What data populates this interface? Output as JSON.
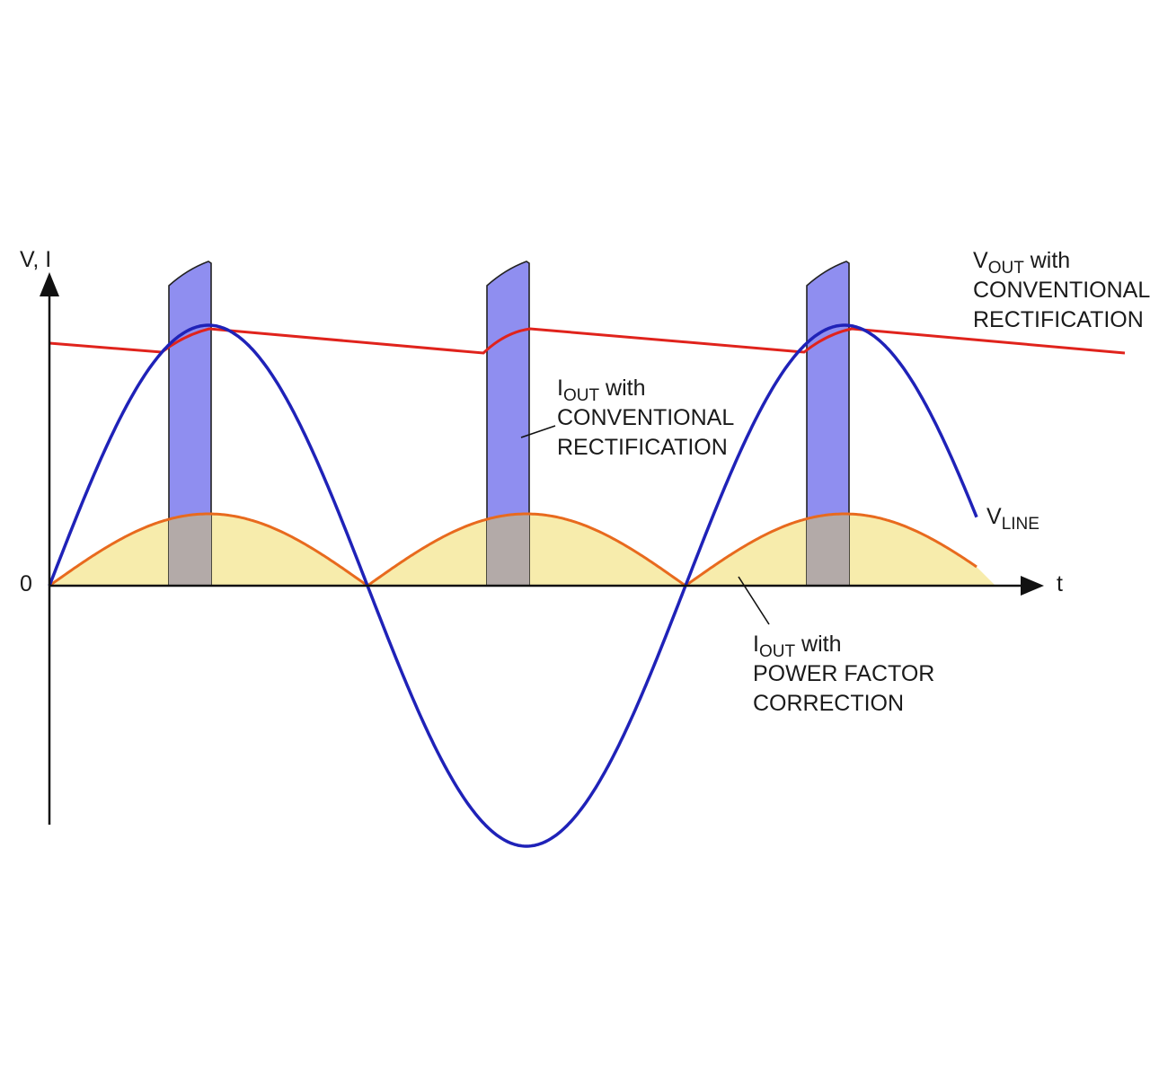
{
  "axes": {
    "y_label": "V, I",
    "x_label": "t",
    "origin_label": "0"
  },
  "labels": {
    "vout": {
      "main": "V",
      "sub": "OUT",
      "suffix": " with",
      "line2": "CONVENTIONAL",
      "line3": "RECTIFICATION"
    },
    "iout_conv": {
      "main": "I",
      "sub": "OUT",
      "suffix": " with",
      "line2": "CONVENTIONAL",
      "line3": "RECTIFICATION"
    },
    "vline": {
      "main": "V",
      "sub": "LINE"
    },
    "iout_pfc": {
      "main": "I",
      "sub": "OUT",
      "suffix": " with",
      "line2": "POWER FACTOR",
      "line3": "CORRECTION"
    }
  },
  "colors": {
    "vline": "#1f22b8",
    "vout": "#e0231c",
    "iout_conventional_fill": "#8f8ef0",
    "iout_pfc_fill": "#f7ecac",
    "iout_pfc_line": "#e86a1e",
    "overlap_fill": "#b3aaa8",
    "axis": "#111111"
  }
}
